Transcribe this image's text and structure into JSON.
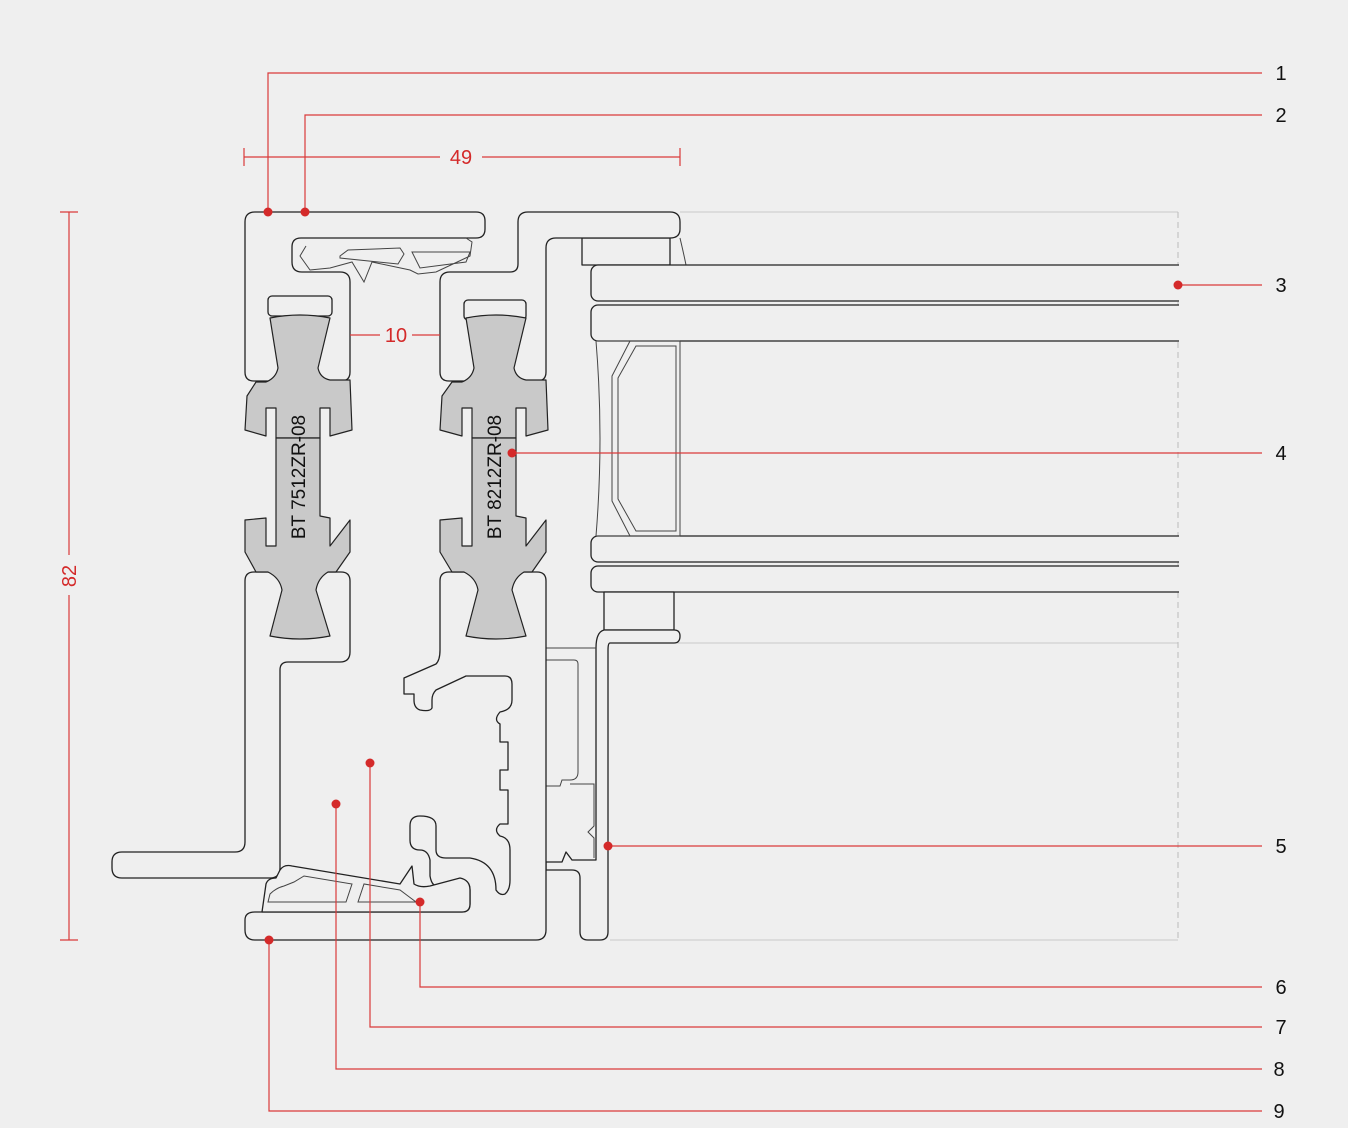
{
  "colors": {
    "background": "#efefef",
    "accent": "#d42a2a",
    "line": "#222222",
    "gasket": "#c9c9c9"
  },
  "callouts": [
    "1",
    "2",
    "3",
    "4",
    "5",
    "6",
    "7",
    "8",
    "9"
  ],
  "dimensions": {
    "width": "49",
    "height": "82",
    "gap": "10"
  },
  "labels": {
    "gasket_left": "BT 7512ZR-08",
    "gasket_right": "BT 8212ZR-08"
  }
}
